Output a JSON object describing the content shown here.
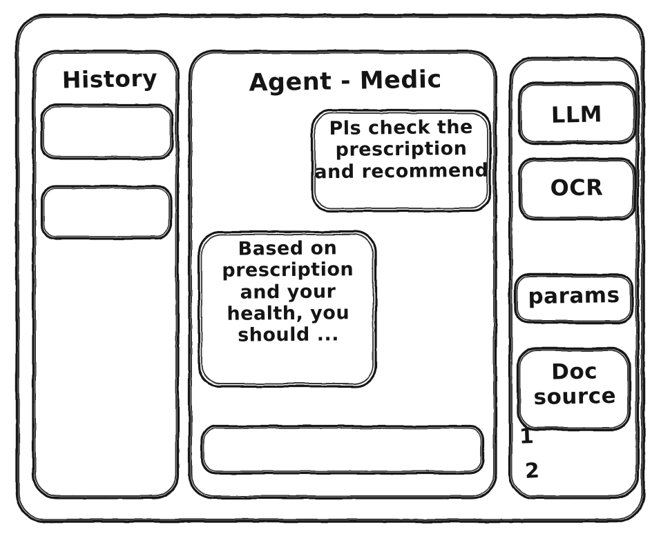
{
  "app": {
    "style": "hand-drawn-wireframe",
    "stroke_color": "#181818",
    "background_color": "#ffffff"
  },
  "sidebar_left": {
    "title": "History",
    "items": [
      {
        "name": "history-item-1",
        "label": ""
      },
      {
        "name": "history-item-2",
        "label": ""
      }
    ]
  },
  "main": {
    "title": "Agent - Medic",
    "messages": [
      {
        "role": "user",
        "text": "Pls check the\nprescription\nand recommend"
      },
      {
        "role": "assistant",
        "text": "Based on\nprescription\nand your\nhealth, you\nshould ..."
      }
    ],
    "composer": {
      "value": "",
      "placeholder": ""
    }
  },
  "sidebar_right": {
    "tools": [
      {
        "name": "llm",
        "label": "LLM"
      },
      {
        "name": "ocr",
        "label": "OCR"
      },
      {
        "name": "params",
        "label": "params"
      },
      {
        "name": "doc-source",
        "label": "Doc\nsource"
      }
    ],
    "doc_list": [
      {
        "label": "1"
      },
      {
        "label": "2"
      }
    ]
  }
}
